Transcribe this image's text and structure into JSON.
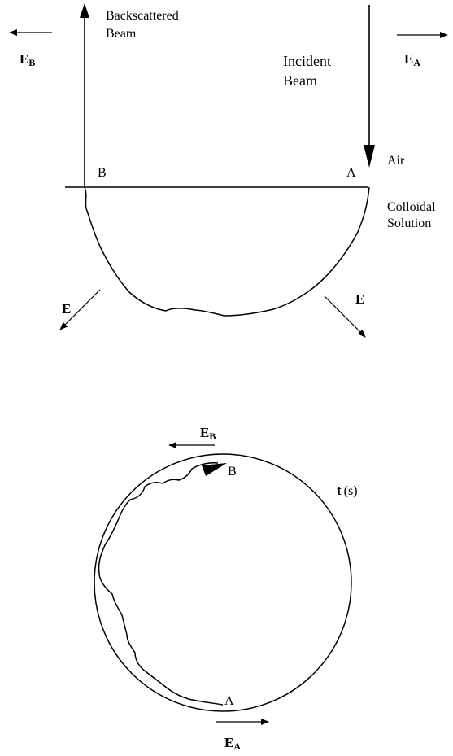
{
  "top": {
    "field_b": {
      "main": "E",
      "sub": "B"
    },
    "field_a": {
      "main": "E",
      "sub": "A"
    },
    "backscattered": [
      "Backscattered",
      "Beam"
    ],
    "incident": [
      "Incident",
      "Beam"
    ],
    "point_b": "B",
    "point_a": "A",
    "air": "Air",
    "colloidal": [
      "Colloidal",
      "Solution"
    ],
    "field_left": "E",
    "field_right": "E"
  },
  "bottom": {
    "field_b": {
      "main": "E",
      "sub": "B"
    },
    "field_a": {
      "main": "E",
      "sub": "A"
    },
    "point_b": "B",
    "point_a": "A",
    "t_label": {
      "main": "t",
      "rest": "(s)"
    }
  }
}
